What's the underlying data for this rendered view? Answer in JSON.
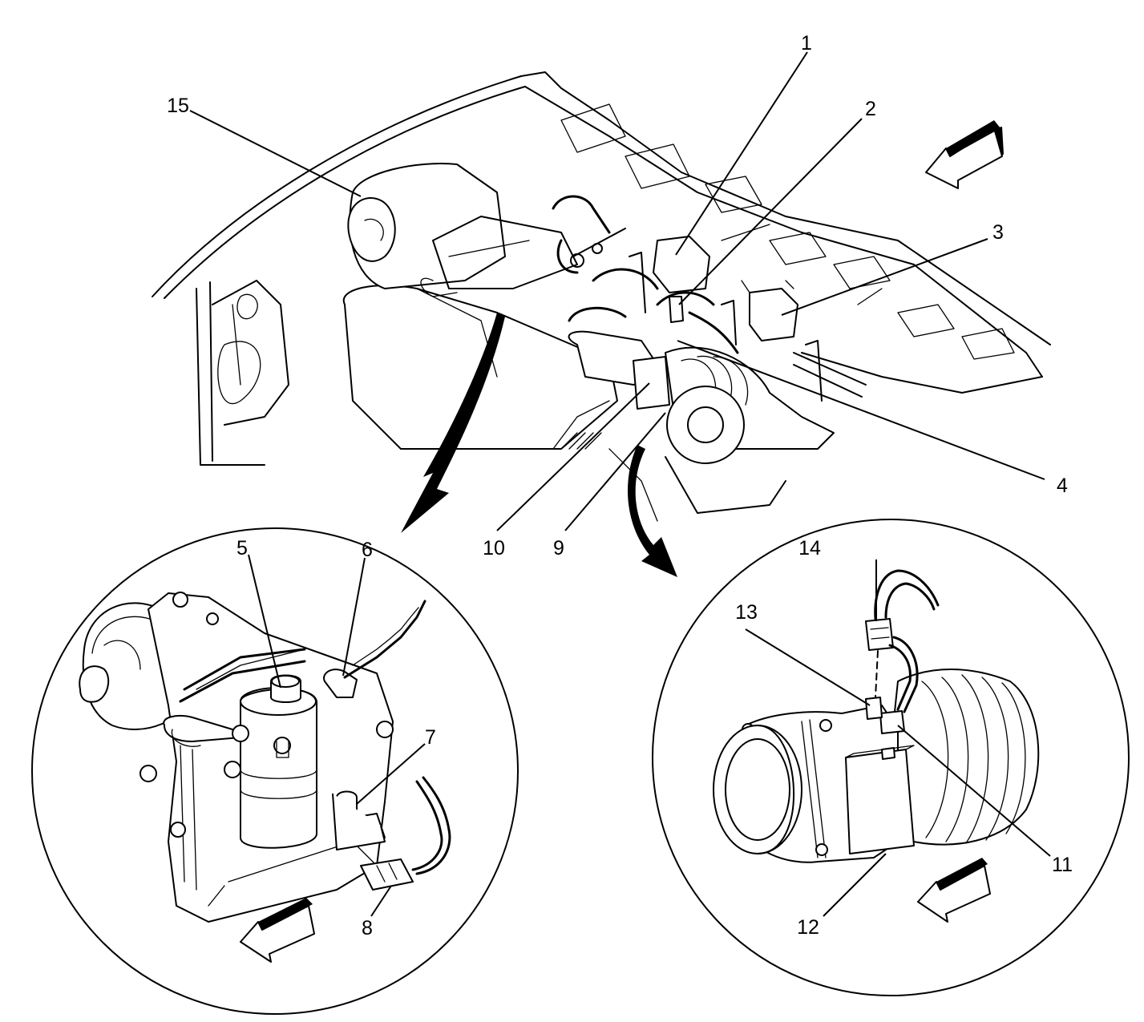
{
  "figure": {
    "callouts": [
      {
        "id": "c1",
        "label": "1"
      },
      {
        "id": "c2",
        "label": "2"
      },
      {
        "id": "c3",
        "label": "3"
      },
      {
        "id": "c4",
        "label": "4"
      },
      {
        "id": "c5",
        "label": "5"
      },
      {
        "id": "c6",
        "label": "6"
      },
      {
        "id": "c7",
        "label": "7"
      },
      {
        "id": "c8",
        "label": "8"
      },
      {
        "id": "c9",
        "label": "9"
      },
      {
        "id": "c10",
        "label": "10"
      },
      {
        "id": "c11",
        "label": "11"
      },
      {
        "id": "c12",
        "label": "12"
      },
      {
        "id": "c13",
        "label": "13"
      },
      {
        "id": "c14",
        "label": "14"
      },
      {
        "id": "c15",
        "label": "15"
      }
    ]
  }
}
